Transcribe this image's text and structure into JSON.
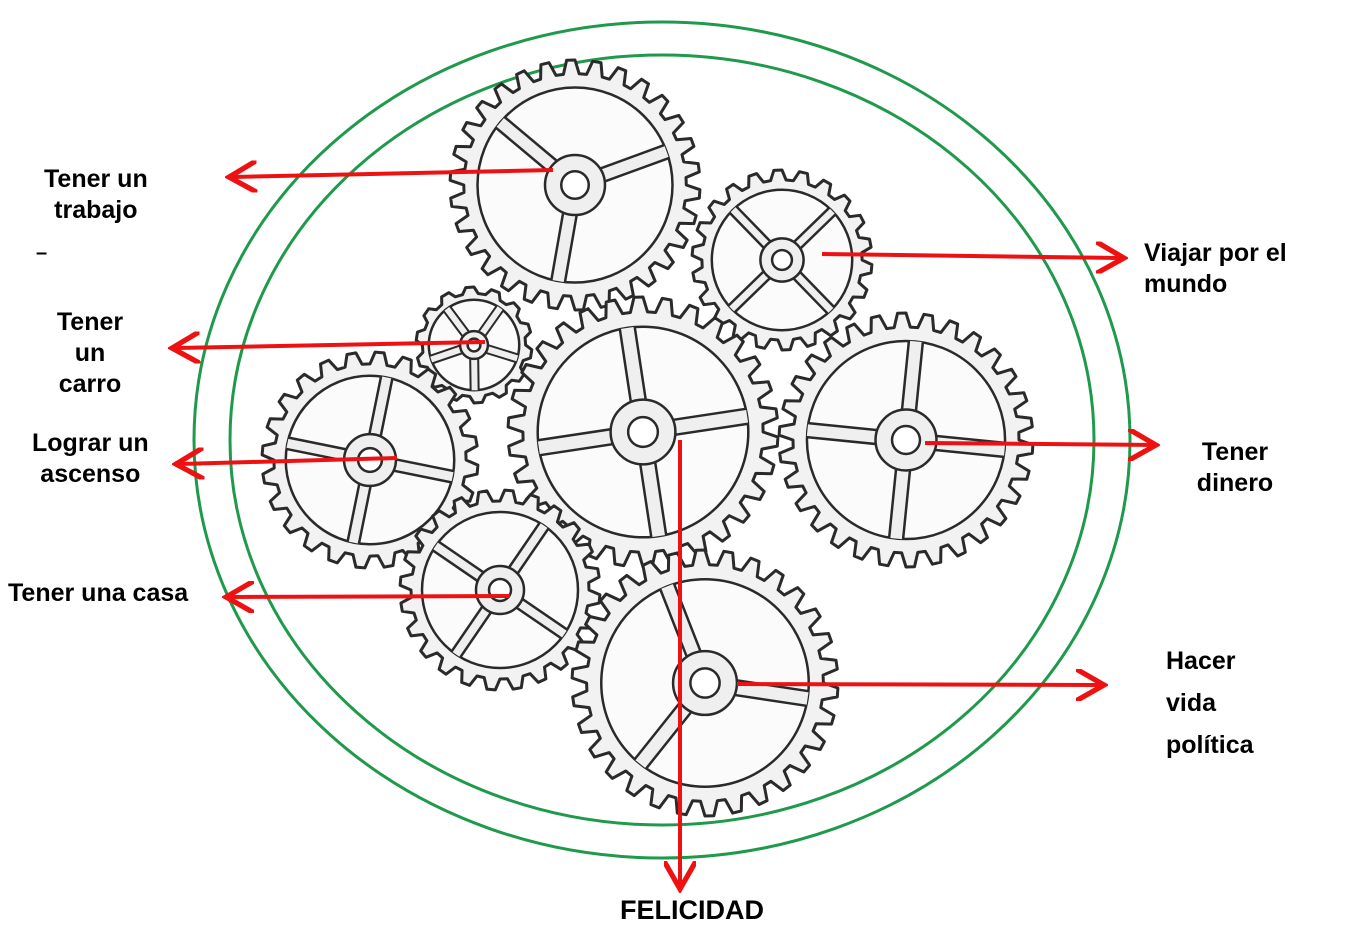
{
  "labels": {
    "trabajo": "Tener un\ntrabajo",
    "viajar": "Viajar por el\nmundo",
    "carro": "Tener\nun\ncarro",
    "ascenso": "Lograr un\nascenso",
    "dinero": "Tener\ndinero",
    "casa": "Tener una casa",
    "politica": "Hacer\nvida\npolítica",
    "felicidad": "FELICIDAD",
    "stray_mark": "–"
  },
  "colors": {
    "circle": "#1f9a4c",
    "arrow": "#ee1111",
    "gear_stroke": "#2a2a2a",
    "gear_fill": "#f2f2f2"
  }
}
